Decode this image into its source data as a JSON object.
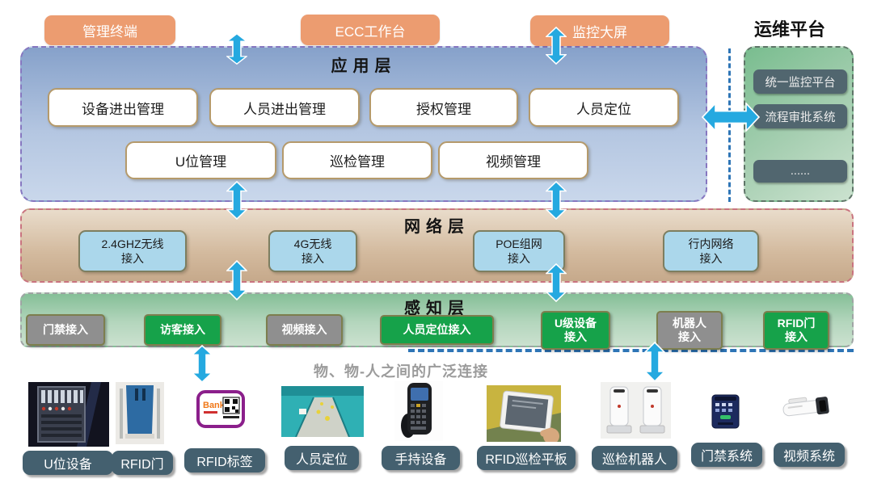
{
  "terminals": [
    {
      "label": "管理终端"
    },
    {
      "label": "ECC工作台"
    },
    {
      "label": "监控大屏"
    }
  ],
  "ops_platform": {
    "title": "运维平台",
    "items": [
      {
        "label": "统一监控平台"
      },
      {
        "label": "流程审批系统"
      },
      {
        "label": "......"
      }
    ]
  },
  "application_layer": {
    "title": "应用层",
    "row1": [
      {
        "label": "设备进出管理"
      },
      {
        "label": "人员进出管理"
      },
      {
        "label": "授权管理"
      },
      {
        "label": "人员定位"
      }
    ],
    "row2": [
      {
        "label": "U位管理"
      },
      {
        "label": "巡检管理"
      },
      {
        "label": "视频管理"
      }
    ]
  },
  "network_layer": {
    "title": "网络层",
    "items": [
      {
        "line1": "2.4GHZ无线",
        "line2": "接入"
      },
      {
        "line1": "4G无线",
        "line2": "接入"
      },
      {
        "line1": "POE组网",
        "line2": "接入"
      },
      {
        "line1": "行内网络",
        "line2": "接入"
      }
    ]
  },
  "perception_layer": {
    "title": "感知层",
    "items": [
      {
        "label": "门禁接入",
        "variant": "gray"
      },
      {
        "label": "访客接入",
        "variant": "green"
      },
      {
        "label": "视频接入",
        "variant": "gray"
      },
      {
        "label": "人员定位接入",
        "variant": "green"
      },
      {
        "line1": "U级设备",
        "line2": "接入",
        "variant": "green"
      },
      {
        "line1": "机器人",
        "line2": "接入",
        "variant": "gray"
      },
      {
        "line1": "RFID门",
        "line2": "接入",
        "variant": "green"
      }
    ]
  },
  "caption": "物、物-人之间的广泛连接",
  "devices": [
    {
      "label": "U位设备",
      "icon": "server-rack-photo"
    },
    {
      "label": "RFID门",
      "icon": "rfid-gate-photo"
    },
    {
      "label": "RFID标签",
      "icon": "rfid-tag-photo",
      "tag_brand": "Bank"
    },
    {
      "label": "人员定位",
      "icon": "corridor-positioning-photo"
    },
    {
      "label": "手持设备",
      "icon": "handheld-scanner-photo"
    },
    {
      "label": "RFID巡检平板",
      "icon": "inspection-tablet-photo"
    },
    {
      "label": "巡检机器人",
      "icon": "inspection-robot-photo"
    },
    {
      "label": "门禁系统",
      "icon": "access-control-photo"
    },
    {
      "label": "视频系统",
      "icon": "cctv-camera-photo"
    }
  ],
  "colors": {
    "terminal_orange": "#EC9C70",
    "arrow_blue": "#25A9E0",
    "app_layer_border": "#8677C0",
    "network_layer_border": "#C9737F",
    "perception_layer_border": "#9FA4A4",
    "ops_box_green": "#79BD8F",
    "green_node": "#16A24A",
    "gray_node": "#8F8F8F",
    "device_label_bg": "#44606F",
    "dashed_line_blue": "#2E75B6"
  }
}
